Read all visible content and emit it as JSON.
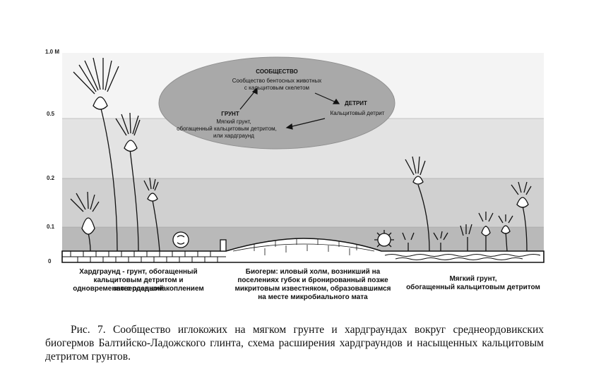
{
  "scale": {
    "unit_label": "1.0 M",
    "ticks": [
      "0.5",
      "0.2",
      "0.1",
      "0"
    ]
  },
  "community_cycle": {
    "community_title": "СООБЩЕСТВО",
    "community_text_1": "Сообщество бентосных животных",
    "community_text_2": "с кальцитовым скелетом",
    "detritus_title": "ДЕТРИТ",
    "detritus_text": "Кальцитовый детрит",
    "ground_title": "ГРУНТ",
    "ground_text_1": "Мягкий грунт,",
    "ground_text_2": "обогащенный кальцитовым детритом,",
    "ground_text_3": "или хардграунд"
  },
  "zones": {
    "hardground_1": "Хардграунд - грунт, обогащенный",
    "hardground_2": "кальцитовым детритом и затвердевший",
    "hardground_3": "одновременно с осаднонакоплением",
    "bioherm_1": "Биогерм: иловый холм, возникший на",
    "bioherm_2": "поселениях губок и бронированный позже",
    "bioherm_3": "микритовым известняком,  образовавшимся",
    "bioherm_4": "на месте микробиального мата",
    "soft_1": "Мягкий грунт,",
    "soft_2": "обогащенный кальцитовым детритом"
  },
  "caption": "Рис. 7. Сообщество иглокожих на мягком грунте и хардграундах вокруг среднеордовикских биогермов Балтийско-Ладожского глинта, схема расширения хардграундов и насыщенных кальцитовым детритом грунтов.",
  "colors": {
    "band_top": "#f4f4f4",
    "band_mid": "#e3e3e3",
    "band_low": "#d0d0d0",
    "band_bottom": "#b9b9b9",
    "oval": "#a9a9a9",
    "ground": "#ffffff"
  }
}
